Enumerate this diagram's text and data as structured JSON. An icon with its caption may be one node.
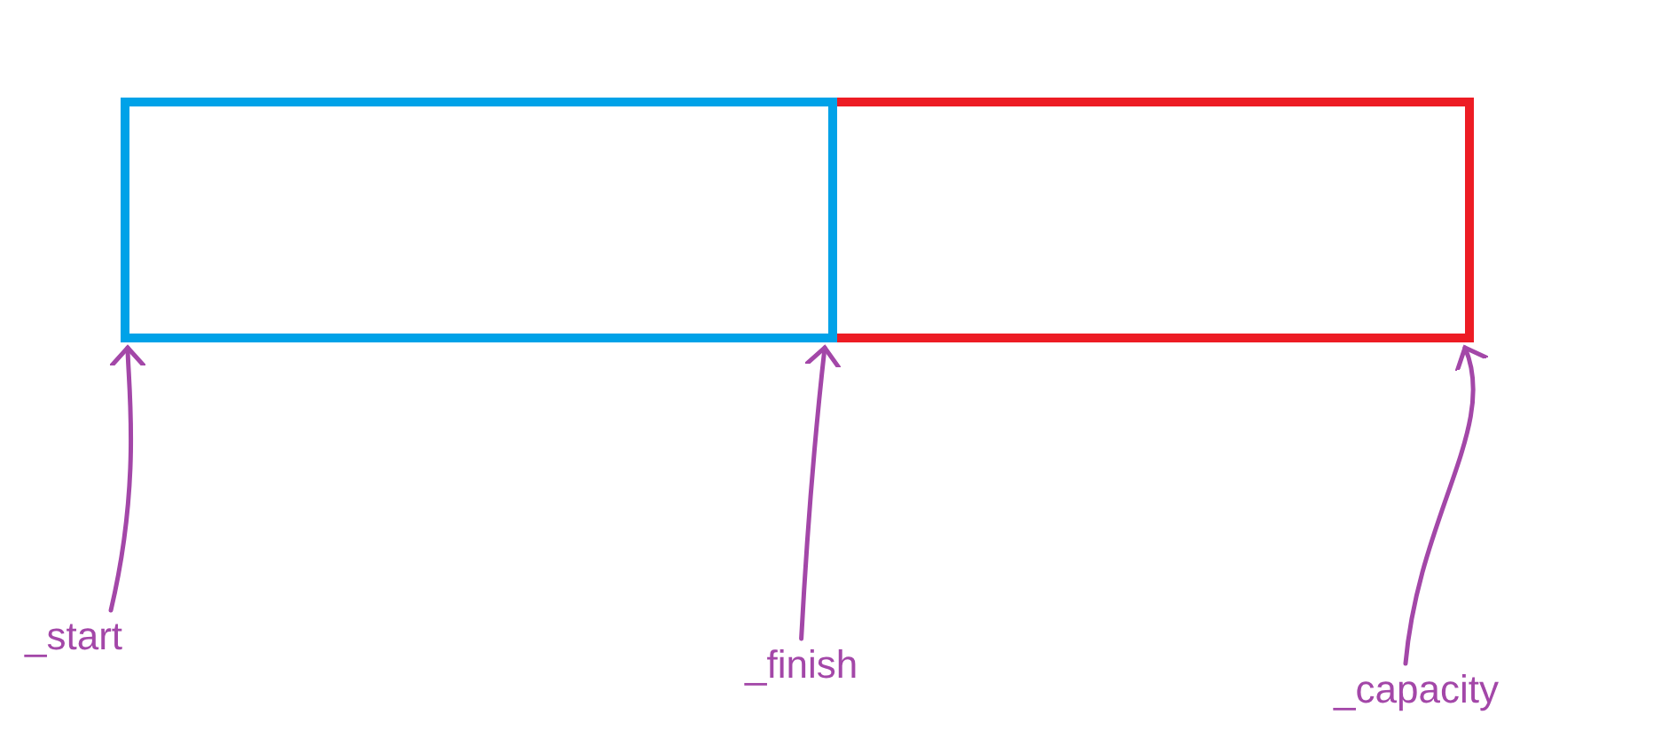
{
  "diagram": {
    "nodes": [
      {
        "text": [],
        "shape": "box"
      },
      {
        "text": [],
        "shape": "box",
        "in": 0
      },
      {
        "text": [
          "_start"
        ]
      },
      {
        "text": [
          "_finish"
        ]
      },
      {
        "text": [
          "_capacity"
        ]
      }
    ],
    "edges": [
      {
        "from": 2,
        "to": 1,
        "arrow": "to"
      },
      {
        "from": 3,
        "to": 1,
        "arrow": "to"
      },
      {
        "from": 4,
        "to": 0,
        "arrow": "to"
      }
    ]
  }
}
